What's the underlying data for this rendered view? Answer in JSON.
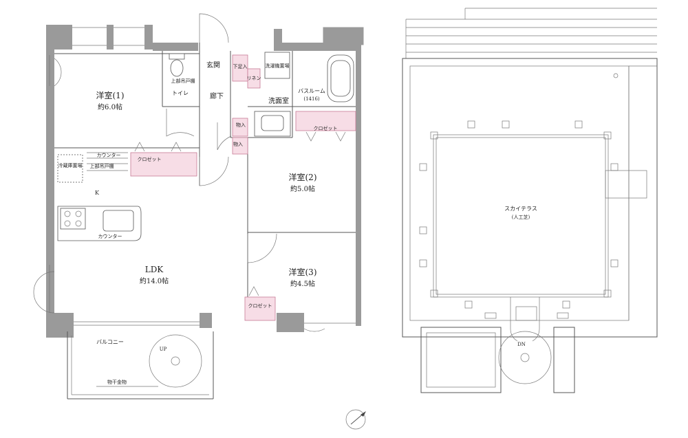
{
  "floor_plan": {
    "rooms": {
      "western1": {
        "name": "洋室(1)",
        "area": "約6.0帖"
      },
      "western2": {
        "name": "洋室(2)",
        "area": "約5.0帖"
      },
      "western3": {
        "name": "洋室(3)",
        "area": "約4.5帖"
      },
      "ldk": {
        "name": "LDK",
        "area": "約14.0帖"
      },
      "entrance": "玄関",
      "hallway": "廊下",
      "toilet": "トイレ",
      "washroom": "洗面室",
      "bath": "バスルーム",
      "bath_size": "(1416)",
      "kitchen": "K",
      "balcony": "バルコニー"
    },
    "labels": {
      "closet": "クロゼット",
      "closet_1": "クロゼット",
      "closet_3": "クロゼット",
      "storage": "物入",
      "storage_2": "物入",
      "shoe_box": "下足入",
      "counter_top": "カウンター",
      "counter_bottom": "カウンター",
      "upper_cabinet": "上部吊戸棚",
      "toilet_cabinet": "上部吊戸棚",
      "fridge": "冷蔵庫置場",
      "washer": "洗濯機置場",
      "linen": "リネン",
      "drying_rack": "物干金物",
      "up_mark": "UP"
    }
  },
  "roof_plan": {
    "sky_terrace": "スカイテラス",
    "turf": "(人工芝)",
    "dn_mark": "DN"
  }
}
